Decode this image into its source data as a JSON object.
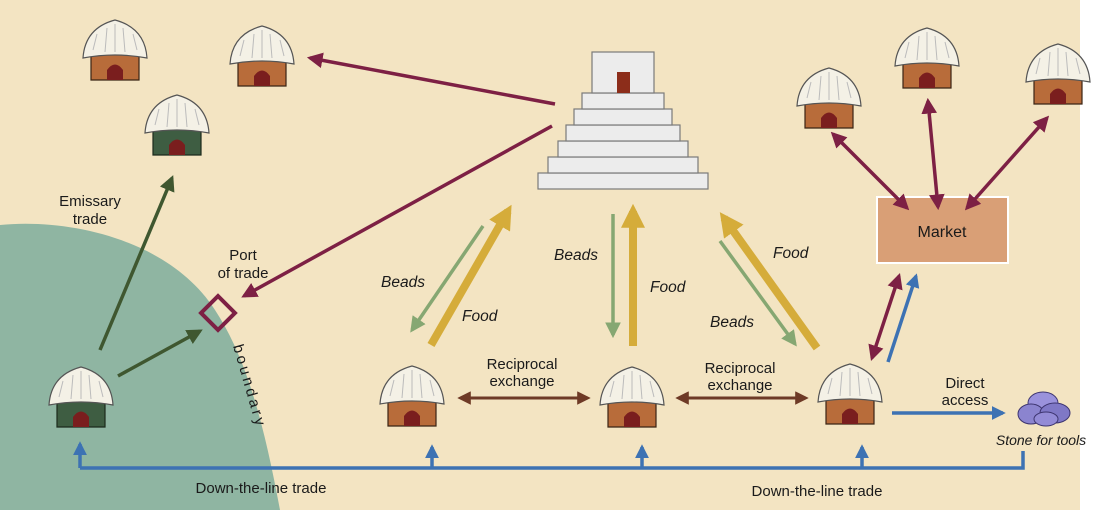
{
  "labels": {
    "emissary_line1": "Emissary",
    "emissary_line2": "trade",
    "port_line1": "Port",
    "port_line2": "of trade",
    "boundary": "boundary",
    "beads_left": "Beads",
    "food_left": "Food",
    "beads_center": "Beads",
    "food_center": "Food",
    "food_right": "Food",
    "beads_right": "Beads",
    "reciprocal_1_line1": "Reciprocal",
    "reciprocal_1_line2": "exchange",
    "reciprocal_2_line1": "Reciprocal",
    "reciprocal_2_line2": "exchange",
    "market": "Market",
    "direct_line1": "Direct",
    "direct_line2": "access",
    "stone": "Stone for tools",
    "down_line_left": "Down-the-line trade",
    "down_line_right": "Down-the-line trade"
  },
  "colors": {
    "background": "#f3e4c2",
    "sea": "#8fb5a2",
    "purple_arrow": "#7d2044",
    "green_arrow": "#3f5730",
    "gold_arrow": "#d5ac3a",
    "sage_arrow": "#86a772",
    "brown_arrow": "#6e3a26",
    "blue_arrow": "#3d72b3",
    "market_fill": "#d99f76",
    "hut_brown": "#b86c3a",
    "hut_green": "#3e5d42",
    "stone": "#8b84cf"
  }
}
